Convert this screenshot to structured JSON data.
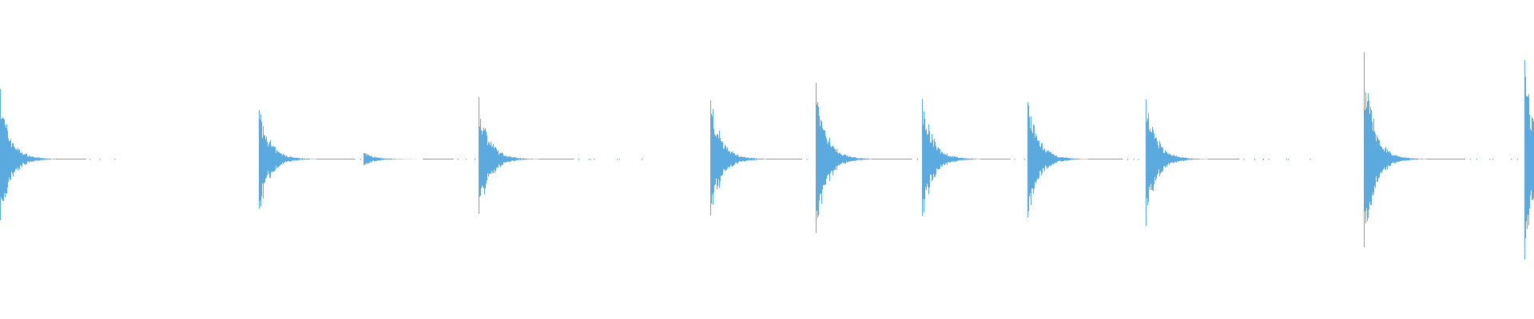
{
  "waveform": {
    "color": "#5aaae0",
    "background": "#ffffff",
    "transients": [
      {
        "time": 0.0,
        "amplitude": 0.47
      },
      {
        "time": 0.169,
        "amplitude": 0.39
      },
      {
        "time": 0.237,
        "amplitude": 0.05
      },
      {
        "time": 0.312,
        "amplitude": 0.44
      },
      {
        "time": 0.463,
        "amplitude": 0.46
      },
      {
        "time": 0.532,
        "amplitude": 0.56
      },
      {
        "time": 0.601,
        "amplitude": 0.45
      },
      {
        "time": 0.67,
        "amplitude": 0.45
      },
      {
        "time": 0.747,
        "amplitude": 0.46
      },
      {
        "time": 0.889,
        "amplitude": 0.71
      },
      {
        "time": 0.994,
        "amplitude": 0.69
      }
    ]
  }
}
